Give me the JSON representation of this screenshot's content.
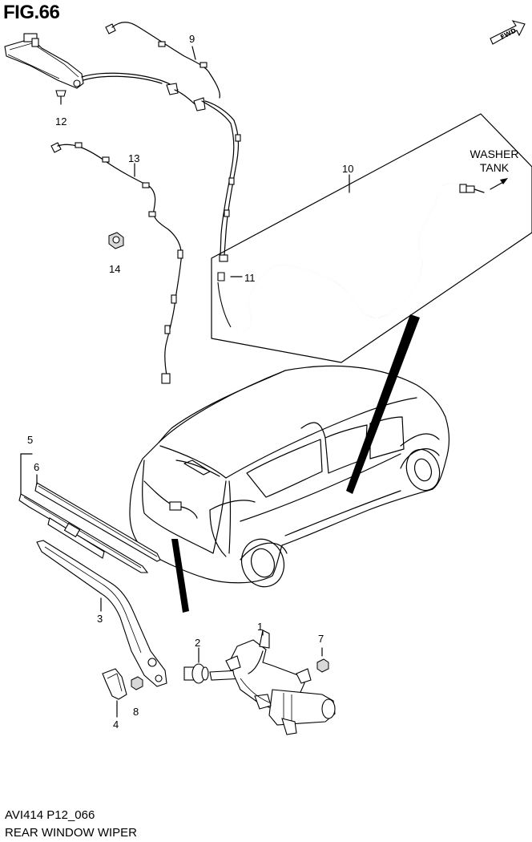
{
  "figure": {
    "title": "FIG.66",
    "drawing_code": "AVI414 P12_066",
    "name": "REAR WINDOW WIPER",
    "fwd_label": "FWD"
  },
  "annotations": {
    "washer_tank_line1": "WASHER",
    "washer_tank_line2": "TANK"
  },
  "parts": [
    {
      "ref": "1"
    },
    {
      "ref": "2"
    },
    {
      "ref": "3"
    },
    {
      "ref": "4"
    },
    {
      "ref": "5"
    },
    {
      "ref": "6"
    },
    {
      "ref": "7"
    },
    {
      "ref": "8"
    },
    {
      "ref": "9"
    },
    {
      "ref": "10"
    },
    {
      "ref": "11"
    },
    {
      "ref": "12"
    },
    {
      "ref": "13"
    },
    {
      "ref": "14"
    }
  ]
}
